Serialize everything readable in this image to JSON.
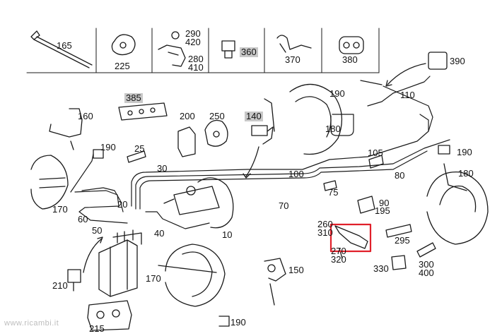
{
  "colors": {
    "line": "#1a1a1a",
    "highlight_box": "#e0202a",
    "label_highlight": "#c8c8c8",
    "watermark": "#bdbdbd"
  },
  "header_row": {
    "labels": [
      "165",
      "225",
      "290",
      "420",
      "280",
      "410",
      "360",
      "370",
      "380"
    ],
    "highlighted": [
      "360"
    ]
  },
  "callouts": {
    "c390": "390",
    "c110": "110",
    "c190a": "190",
    "c180a": "180",
    "c385": "385",
    "c160": "160",
    "c200": "200",
    "c250": "250",
    "c140": "140",
    "c190b": "190",
    "c25": "25",
    "c30": "30",
    "c100": "100",
    "c105": "105",
    "c80": "80",
    "c190c": "190",
    "c180b": "180",
    "c75": "75",
    "c70": "70",
    "c90": "90",
    "c195": "195",
    "c170a": "170",
    "c20": "20",
    "c60": "60",
    "c50": "50",
    "c40": "40",
    "c10": "10",
    "c260": "260",
    "c310": "310",
    "c270": "270",
    "c320": "320",
    "c295": "295",
    "c300": "300",
    "c400": "400",
    "c330": "330",
    "c150": "150",
    "c170b": "170",
    "c210": "210",
    "c190d": "190",
    "c215": "215"
  },
  "highlighted_labels": [
    "385",
    "140",
    "360"
  ],
  "highlight_target": "260 / 310 / 270 / 320 bracket",
  "watermark": "www.ricambi.it"
}
